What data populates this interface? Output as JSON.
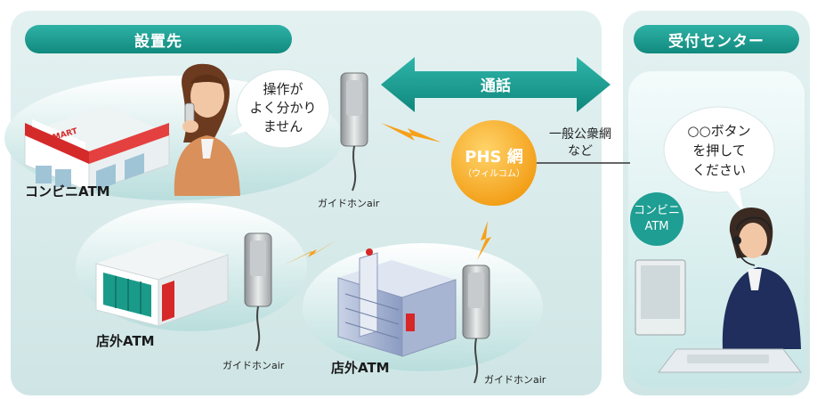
{
  "headers": {
    "install_site": "設置先",
    "reception_center": "受付センター"
  },
  "call_arrow_label": "通話",
  "phs": {
    "main": "PHS 網",
    "sub": "（ウィルコム）"
  },
  "public_network": {
    "line1": "一般公衆網",
    "line2": "など"
  },
  "customer_bubble": [
    "操作が",
    "よく分かり",
    "ません"
  ],
  "operator_bubble": [
    "○○ボタン",
    "を押して",
    "ください"
  ],
  "operator_badge": [
    "コンビニ",
    "ATM"
  ],
  "store_sign": "MART",
  "sites": {
    "convenience": "コンビニATM",
    "outside_1": "店外ATM",
    "outside_2": "店外ATM"
  },
  "device_label": "ガイドホンair",
  "colors": {
    "teal": "#1f9e93",
    "light_teal": "#d7ecec",
    "phs_orange": "#f5a623",
    "bolt": "#f6a01a"
  }
}
